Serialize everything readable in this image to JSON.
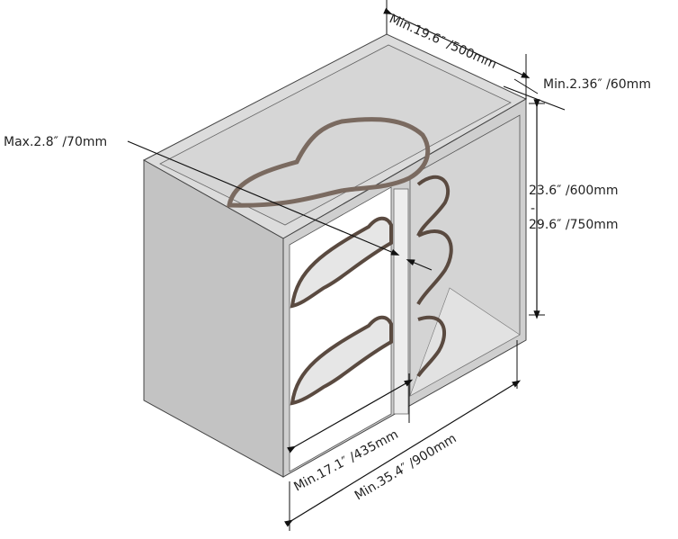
{
  "dimensions": {
    "depth": "Min.19.6″ /500mm",
    "panel_thickness": "Min.2.36″ /60mm",
    "height_min": "23.6″ /600mm",
    "height_sep": "-",
    "height_max": "29.6″ /750mm",
    "max_offset": "Max.2.8″ /70mm",
    "door_opening": "Min.17.1″ /435mm",
    "cabinet_width": "Min.35.4″ /900mm"
  },
  "colors": {
    "cabinet_side": "#c7c7c7",
    "cabinet_top": "#dedede",
    "cabinet_interior": "#d2d2d2",
    "basket_rim": "#7a6a60",
    "line": "#111111"
  }
}
